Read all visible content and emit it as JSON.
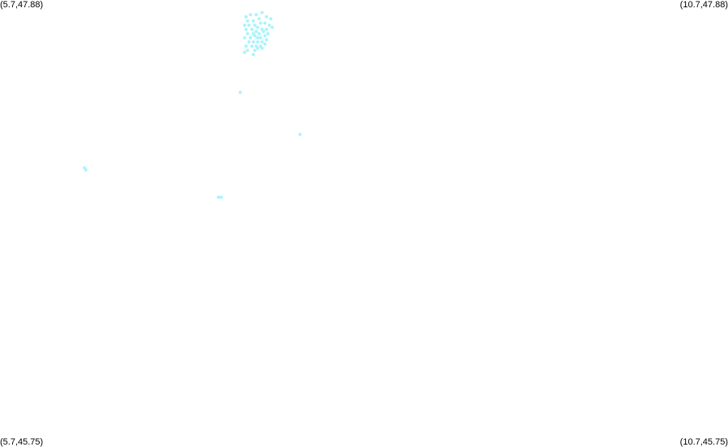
{
  "map": {
    "corners": {
      "top_left": "(5.7,47.88)",
      "top_right": "(10.7,47.88)",
      "bottom_left": "(5.7,45.75)",
      "bottom_right": "(10.7,45.75)"
    },
    "bounds": {
      "lon_min": 5.7,
      "lon_max": 10.7,
      "lat_min": 45.75,
      "lat_max": 47.88
    },
    "point_color": "#aaf4fb",
    "points": [
      {
        "lon": 7.39,
        "lat": 47.8
      },
      {
        "lon": 7.42,
        "lat": 47.81
      },
      {
        "lon": 7.46,
        "lat": 47.81
      },
      {
        "lon": 7.5,
        "lat": 47.82
      },
      {
        "lon": 7.53,
        "lat": 47.8
      },
      {
        "lon": 7.56,
        "lat": 47.79
      },
      {
        "lon": 7.4,
        "lat": 47.78
      },
      {
        "lon": 7.44,
        "lat": 47.78
      },
      {
        "lon": 7.48,
        "lat": 47.79
      },
      {
        "lon": 7.38,
        "lat": 47.76
      },
      {
        "lon": 7.41,
        "lat": 47.76
      },
      {
        "lon": 7.45,
        "lat": 47.76
      },
      {
        "lon": 7.49,
        "lat": 47.77
      },
      {
        "lon": 7.52,
        "lat": 47.77
      },
      {
        "lon": 7.55,
        "lat": 47.76
      },
      {
        "lon": 7.39,
        "lat": 47.74
      },
      {
        "lon": 7.43,
        "lat": 47.74
      },
      {
        "lon": 7.47,
        "lat": 47.75
      },
      {
        "lon": 7.5,
        "lat": 47.74
      },
      {
        "lon": 7.53,
        "lat": 47.74
      },
      {
        "lon": 7.57,
        "lat": 47.75
      },
      {
        "lon": 7.4,
        "lat": 47.72
      },
      {
        "lon": 7.44,
        "lat": 47.72
      },
      {
        "lon": 7.46,
        "lat": 47.73
      },
      {
        "lon": 7.48,
        "lat": 47.72
      },
      {
        "lon": 7.51,
        "lat": 47.73
      },
      {
        "lon": 7.54,
        "lat": 47.72
      },
      {
        "lon": 7.42,
        "lat": 47.7
      },
      {
        "lon": 7.45,
        "lat": 47.71
      },
      {
        "lon": 7.47,
        "lat": 47.7
      },
      {
        "lon": 7.49,
        "lat": 47.7
      },
      {
        "lon": 7.52,
        "lat": 47.71
      },
      {
        "lon": 7.38,
        "lat": 47.7
      },
      {
        "lon": 7.41,
        "lat": 47.68
      },
      {
        "lon": 7.44,
        "lat": 47.68
      },
      {
        "lon": 7.47,
        "lat": 47.68
      },
      {
        "lon": 7.5,
        "lat": 47.68
      },
      {
        "lon": 7.53,
        "lat": 47.69
      },
      {
        "lon": 7.39,
        "lat": 47.66
      },
      {
        "lon": 7.43,
        "lat": 47.66
      },
      {
        "lon": 7.46,
        "lat": 47.66
      },
      {
        "lon": 7.49,
        "lat": 47.66
      },
      {
        "lon": 7.52,
        "lat": 47.67
      },
      {
        "lon": 7.4,
        "lat": 47.64
      },
      {
        "lon": 7.45,
        "lat": 47.64
      },
      {
        "lon": 7.47,
        "lat": 47.65
      },
      {
        "lon": 7.5,
        "lat": 47.65
      },
      {
        "lon": 7.44,
        "lat": 47.62
      },
      {
        "lon": 7.38,
        "lat": 47.63
      },
      {
        "lon": 7.35,
        "lat": 47.44
      },
      {
        "lon": 7.76,
        "lat": 47.24
      },
      {
        "lon": 6.28,
        "lat": 47.08
      },
      {
        "lon": 6.29,
        "lat": 47.07
      },
      {
        "lon": 7.2,
        "lat": 46.94
      },
      {
        "lon": 7.22,
        "lat": 46.94
      }
    ]
  }
}
